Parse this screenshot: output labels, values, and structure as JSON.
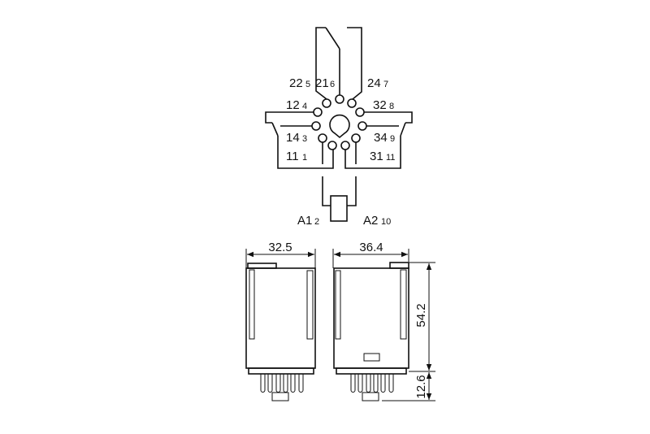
{
  "wiring": {
    "terminals": [
      {
        "id": "22",
        "pin": "5"
      },
      {
        "id": "21",
        "pin": "6"
      },
      {
        "id": "24",
        "pin": "7"
      },
      {
        "id": "12",
        "pin": "4"
      },
      {
        "id": "32",
        "pin": "8"
      },
      {
        "id": "14",
        "pin": "3"
      },
      {
        "id": "34",
        "pin": "9"
      },
      {
        "id": "11",
        "pin": "1"
      },
      {
        "id": "31",
        "pin": "11"
      },
      {
        "id": "A1",
        "pin": "2"
      },
      {
        "id": "A2",
        "pin": "10"
      }
    ]
  },
  "dimensions": {
    "front_width": "32.5",
    "side_width": "36.4",
    "body_height": "54.2",
    "pin_length": "12.6"
  }
}
